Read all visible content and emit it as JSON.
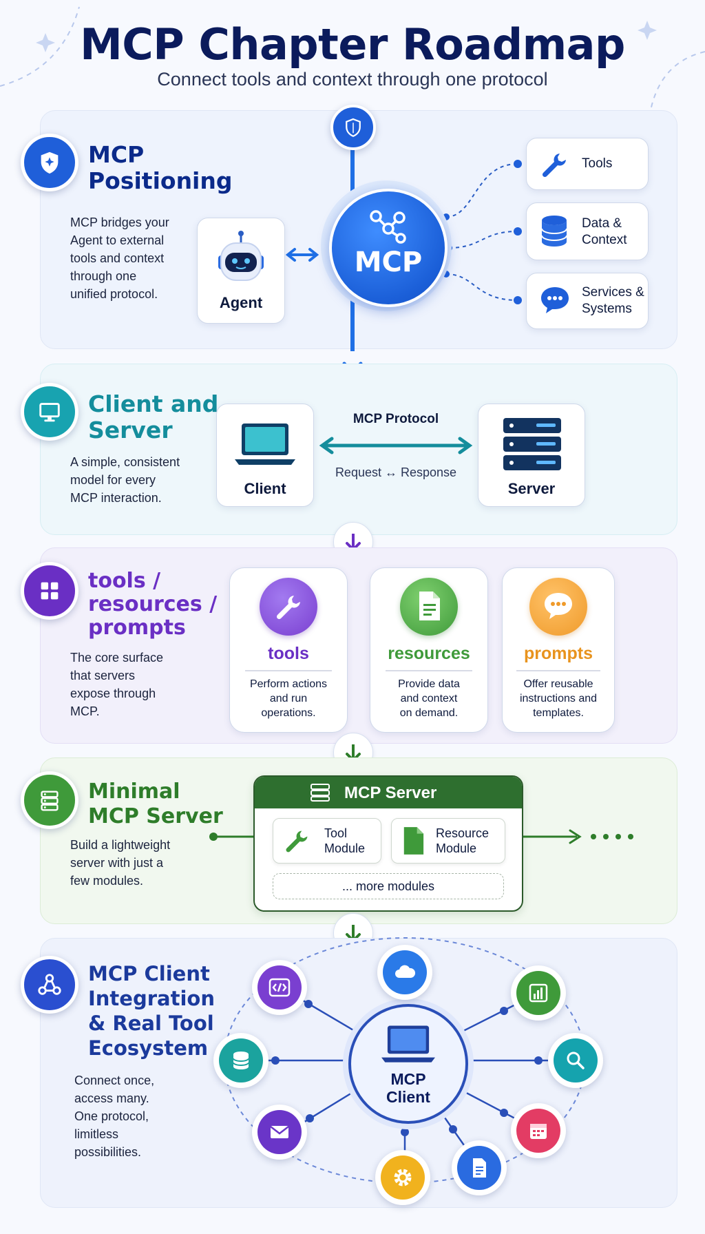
{
  "header": {
    "title": "MCP Chapter Roadmap",
    "subtitle": "Connect tools and context through one protocol"
  },
  "section1": {
    "title_line1": "MCP",
    "title_line2": "Positioning",
    "description": [
      "MCP bridges your",
      "Agent to external",
      "tools and context",
      "through one",
      "unified protocol."
    ],
    "agent_label": "Agent",
    "hub_label": "MCP",
    "targets": [
      {
        "line1": "Tools",
        "line2": "",
        "icon": "wrench-icon"
      },
      {
        "line1": "Data &",
        "line2": "Context",
        "icon": "database-icon"
      },
      {
        "line1": "Services &",
        "line2": "Systems",
        "icon": "chat-bubble-icon"
      }
    ]
  },
  "section2": {
    "title_line1": "Client and",
    "title_line2": "Server",
    "description": [
      "A simple, consistent",
      "model for every",
      "MCP interaction."
    ],
    "client_label": "Client",
    "server_label": "Server",
    "protocol_label": "MCP Protocol",
    "exchange_label": "Request ↔ Response"
  },
  "section3": {
    "title_lines": [
      "tools /",
      "resources /",
      "prompts"
    ],
    "description": [
      "The core surface",
      "that servers",
      "expose through",
      "MCP."
    ],
    "cards": [
      {
        "title": "tools",
        "desc": [
          "Perform actions",
          "and run",
          "operations."
        ],
        "color": "#7a3fd0",
        "icon": "wrench-icon"
      },
      {
        "title": "resources",
        "desc": [
          "Provide data",
          "and context",
          "on demand."
        ],
        "color": "#3f9a3a",
        "icon": "document-icon"
      },
      {
        "title": "prompts",
        "desc": [
          "Offer reusable",
          "instructions and",
          "templates."
        ],
        "color": "#e8931e",
        "icon": "chat-bubble-icon"
      }
    ]
  },
  "section4": {
    "title_line1": "Minimal",
    "title_line2": "MCP Server",
    "description": [
      "Build a lightweight",
      "server with just a",
      "few modules."
    ],
    "server_title": "MCP Server",
    "modules": [
      {
        "line1": "Tool",
        "line2": "Module"
      },
      {
        "line1": "Resource",
        "line2": "Module"
      }
    ],
    "more_label": "... more modules"
  },
  "section5": {
    "title_lines": [
      "MCP Client",
      "Integration",
      "& Real Tool",
      "Ecosystem"
    ],
    "description": [
      "Connect once,",
      "access many.",
      "One protocol,",
      "limitless",
      "possibilities."
    ],
    "client_line1": "MCP",
    "client_line2": "Client",
    "ecosystem_icons": [
      "code-icon",
      "cloud-icon",
      "chart-icon",
      "search-icon",
      "calendar-icon",
      "document-icon",
      "gear-icon",
      "mail-icon",
      "database-icon"
    ]
  },
  "colors": {
    "navy": "#0b1b5c",
    "blue": "#1f6fe5",
    "teal": "#148d9c",
    "purple": "#6a2fc4",
    "green": "#2e7d2a"
  }
}
